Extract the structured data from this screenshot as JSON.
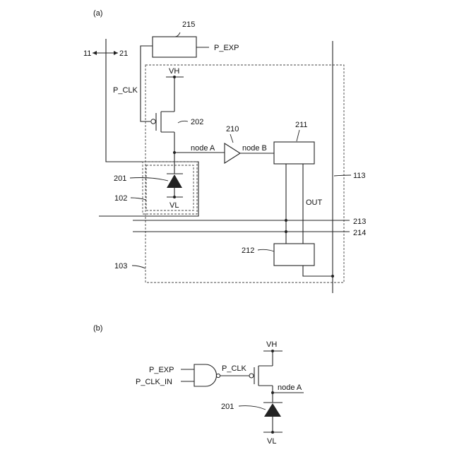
{
  "figure_a": {
    "label": "(a)",
    "ref_11": "11",
    "ref_21": "21",
    "ref_215": "215",
    "p_exp": "P_EXP",
    "p_clk": "P_CLK",
    "vh": "VH",
    "ref_202": "202",
    "ref_210": "210",
    "ref_211": "211",
    "node_a": "node A",
    "node_b": "node B",
    "ref_113": "113",
    "ref_201": "201",
    "ref_102": "102",
    "vl": "VL",
    "out": "OUT",
    "ref_213": "213",
    "ref_214": "214",
    "ref_212": "212",
    "ref_103": "103"
  },
  "figure_b": {
    "label": "(b)",
    "vh": "VH",
    "p_exp": "P_EXP",
    "p_clk": "P_CLK",
    "p_clk_in": "P_CLK_IN",
    "node_a": "node A",
    "ref_201": "201",
    "vl": "VL"
  }
}
